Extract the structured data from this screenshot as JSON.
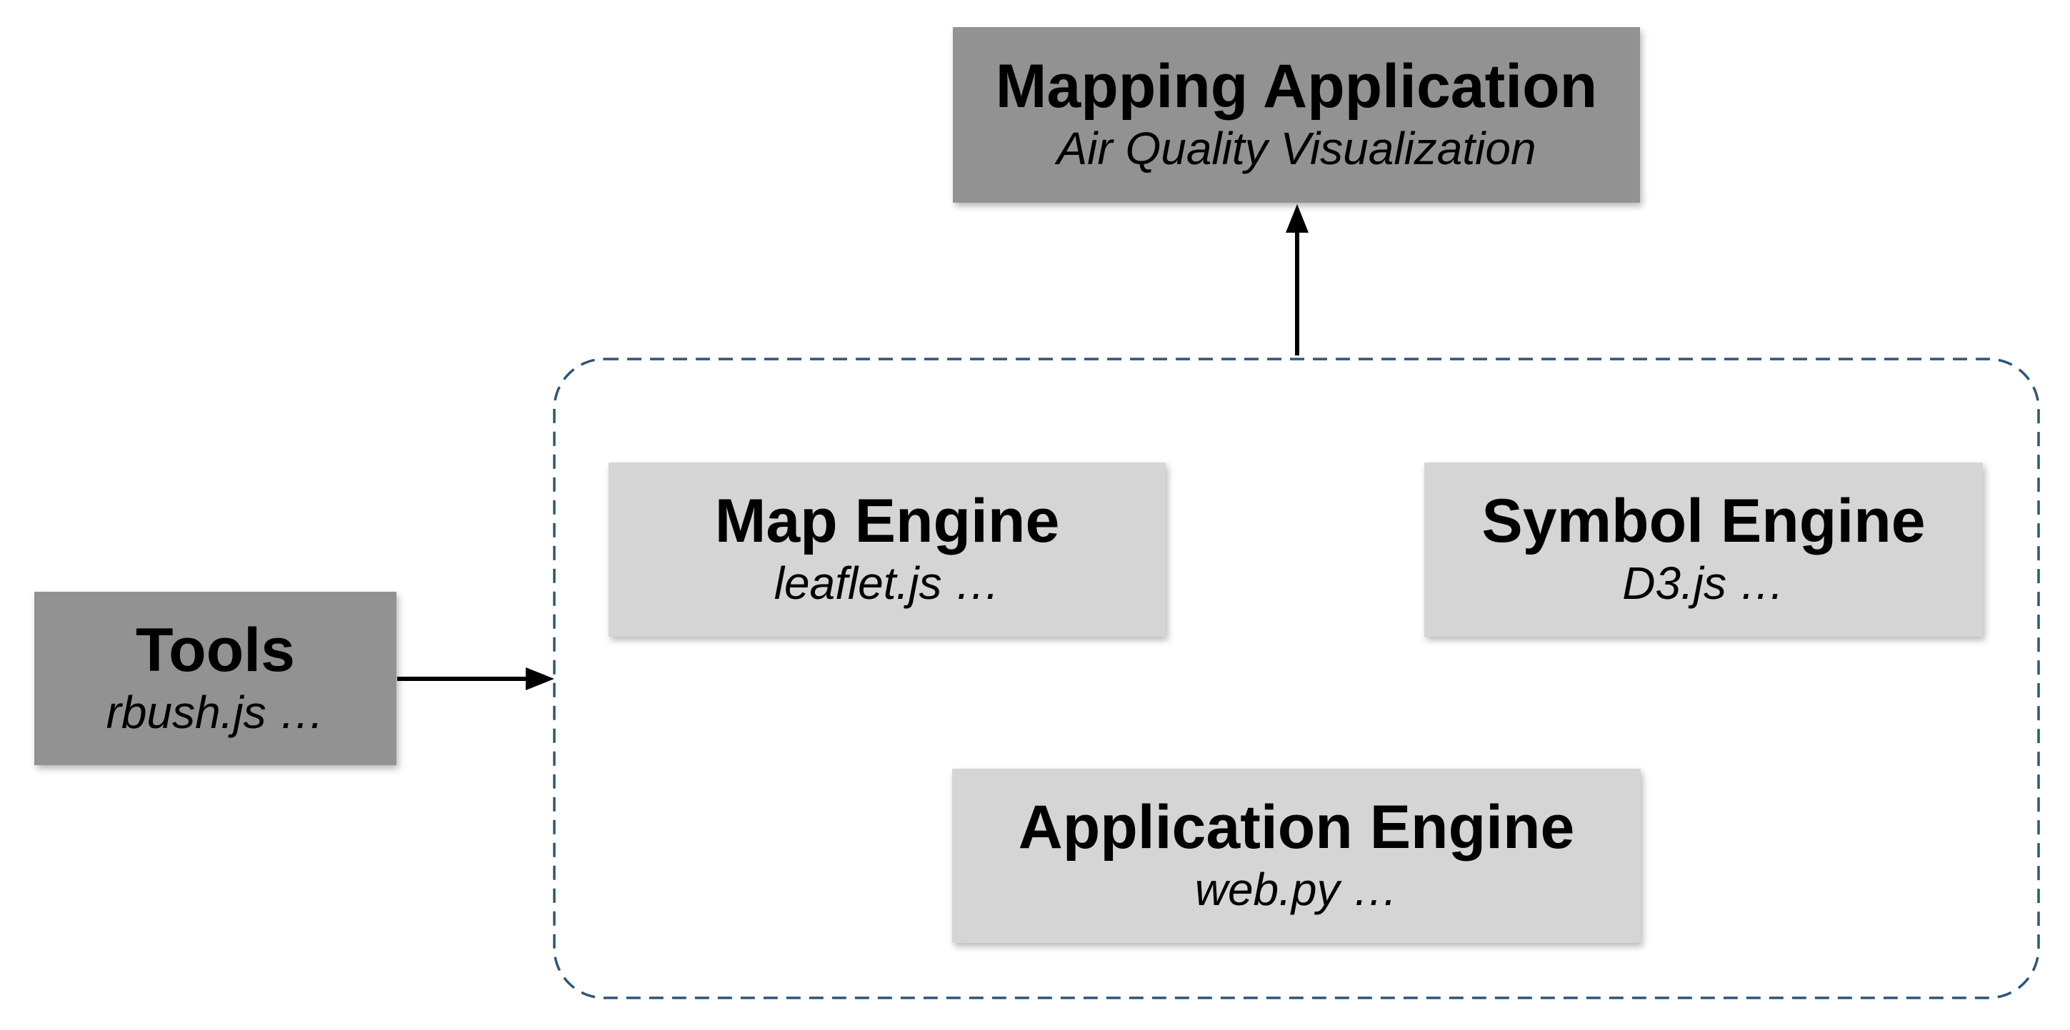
{
  "diagram": {
    "mapping_app": {
      "title": "Mapping Application",
      "subtitle": "Air Quality Visualization"
    },
    "tools": {
      "title": "Tools",
      "subtitle": "rbush.js …"
    },
    "map_engine": {
      "title": "Map Engine",
      "subtitle": "leaflet.js …"
    },
    "symbol_engine": {
      "title": "Symbol Engine",
      "subtitle": "D3.js …"
    },
    "application_engine": {
      "title": "Application Engine",
      "subtitle": "web.py …"
    },
    "colors": {
      "dark_box": "#929292",
      "light_box": "#d5d5d5",
      "group_border": "#2f5577",
      "arrow": "#000000"
    }
  }
}
